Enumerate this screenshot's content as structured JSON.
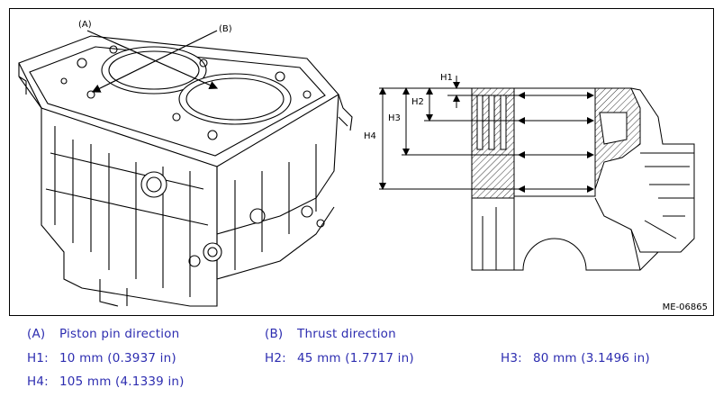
{
  "figure": {
    "callouts": {
      "a": "(A)",
      "b": "(B)",
      "h1": "H1",
      "h2": "H2",
      "h3": "H3",
      "h4": "H4"
    },
    "figure_id": "ME-06865"
  },
  "legend": {
    "row1": [
      {
        "key": "(A)",
        "text": "Piston pin direction"
      },
      {
        "key": "(B)",
        "text": "Thrust direction"
      }
    ],
    "row2": [
      {
        "key": "H1:",
        "text": "10 mm (0.3937 in)"
      },
      {
        "key": "H2:",
        "text": "45 mm (1.7717 in)"
      },
      {
        "key": "H3:",
        "text": "80 mm (3.1496 in)"
      }
    ],
    "row3": [
      {
        "key": "H4:",
        "text": "105 mm (4.1339 in)"
      }
    ]
  },
  "colors": {
    "legend_text": "#2d2db0",
    "line_art": "#000000"
  }
}
